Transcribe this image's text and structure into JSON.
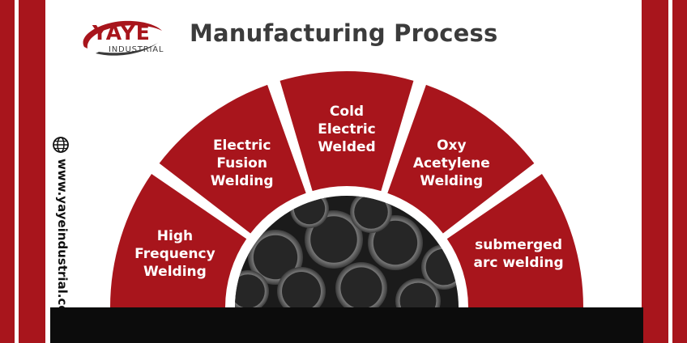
{
  "header": {
    "title": "Manufacturing Process",
    "logo_main": "YAYE",
    "logo_sub": "INDUSTRIAL"
  },
  "sidebar": {
    "url": "www.yayeindustrial.com",
    "icon": "globe-icon"
  },
  "colors": {
    "brand_red": "#a8151c",
    "black": "#0c0c0c",
    "title_gray": "#3b3b3b"
  },
  "segments": [
    {
      "label": "High\nFrequency\nWelding"
    },
    {
      "label": "Electric\nFusion\nWelding"
    },
    {
      "label": "Cold\nElectric\nWelded"
    },
    {
      "label": "Oxy\nAcetylene\nWelding"
    },
    {
      "label": "submerged\narc welding"
    }
  ],
  "center_image": "stacked-steel-pipes"
}
